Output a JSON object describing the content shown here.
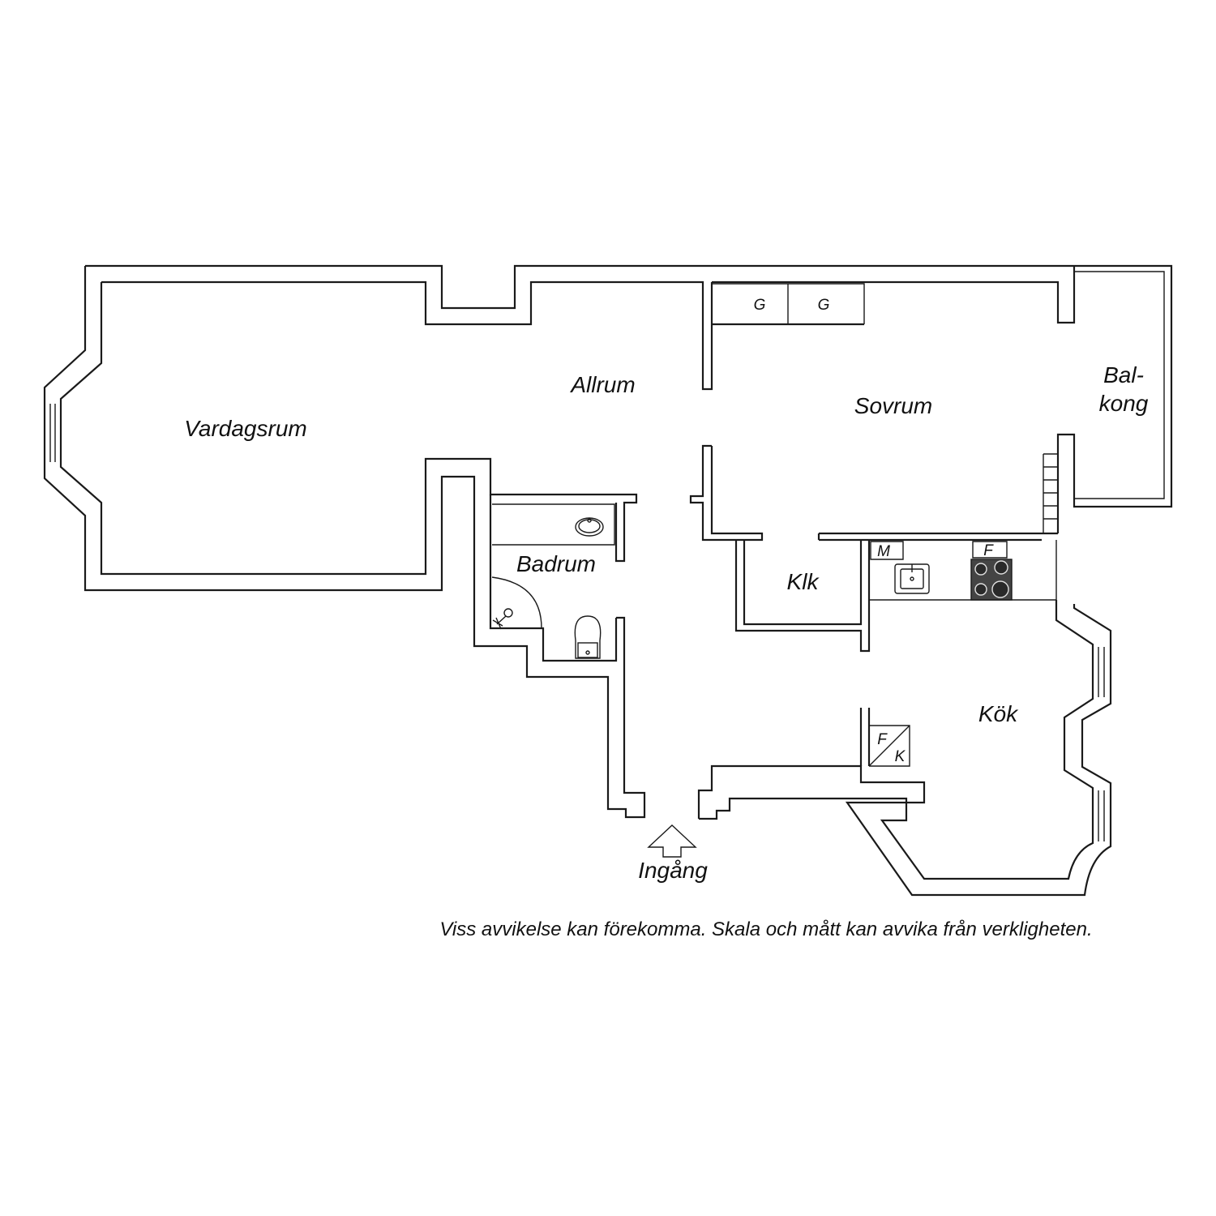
{
  "plan": {
    "rooms": {
      "vardagsrum": "Vardagsrum",
      "allrum": "Allrum",
      "sovrum": "Sovrum",
      "balkong_line1": "Bal-",
      "balkong_line2": "kong",
      "badrum": "Badrum",
      "klk": "Klk",
      "kok": "Kök"
    },
    "fixtures": {
      "wardrobe_1": "G",
      "wardrobe_2": "G",
      "microwave": "M",
      "fridge": "F",
      "fridge_freezer_f": "F",
      "fridge_freezer_k": "K"
    },
    "entrance": "Ingång",
    "disclaimer": "Viss avvikelse kan förekomma. Skala och mått kan avvika från verkligheten."
  }
}
